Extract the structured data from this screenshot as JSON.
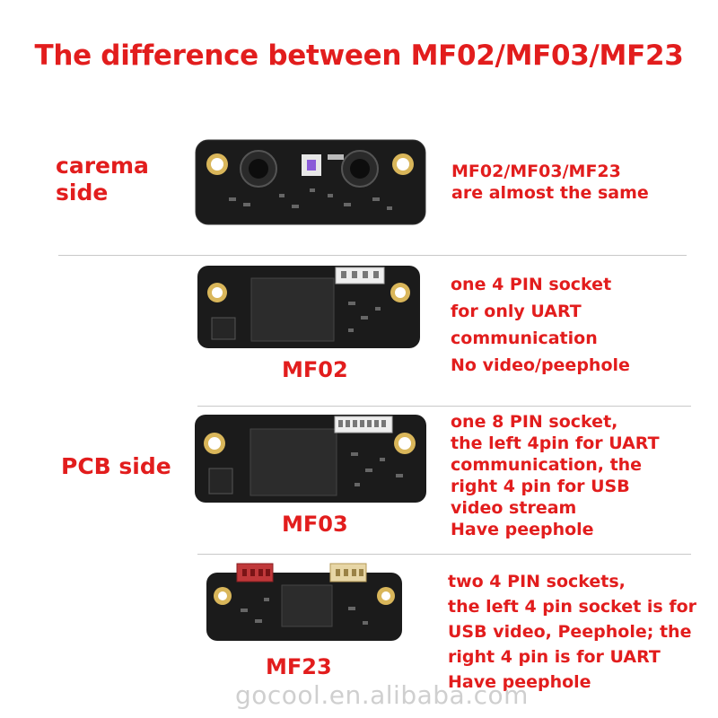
{
  "title": "The difference between MF02/MF03/MF23",
  "sections": {
    "camera": {
      "label_line1": "carema",
      "label_line2": "side",
      "desc_line1": "MF02/MF03/MF23",
      "desc_line2": "are almost the same"
    },
    "pcb_label": "PCB side",
    "mf02": {
      "name": "MF02",
      "desc": [
        "one 4 PIN socket",
        "for only UART",
        "communication",
        "No video/peephole"
      ]
    },
    "mf03": {
      "name": "MF03",
      "desc": [
        "one 8 PIN socket,",
        "the left 4pin for UART",
        "communication, the",
        "right 4 pin for USB",
        "video stream",
        "Have peephole"
      ]
    },
    "mf23": {
      "name": "MF23",
      "desc": [
        "two 4 PIN sockets,",
        "the left 4 pin socket is for",
        "USB video, Peephole; the",
        "right 4 pin is for UART",
        "Have peephole"
      ]
    }
  },
  "watermark": "gocool.en.alibaba.com",
  "colors": {
    "accent": "#e21d1d",
    "pcb": "#1b1b1b",
    "divider": "#c9c9c9"
  }
}
